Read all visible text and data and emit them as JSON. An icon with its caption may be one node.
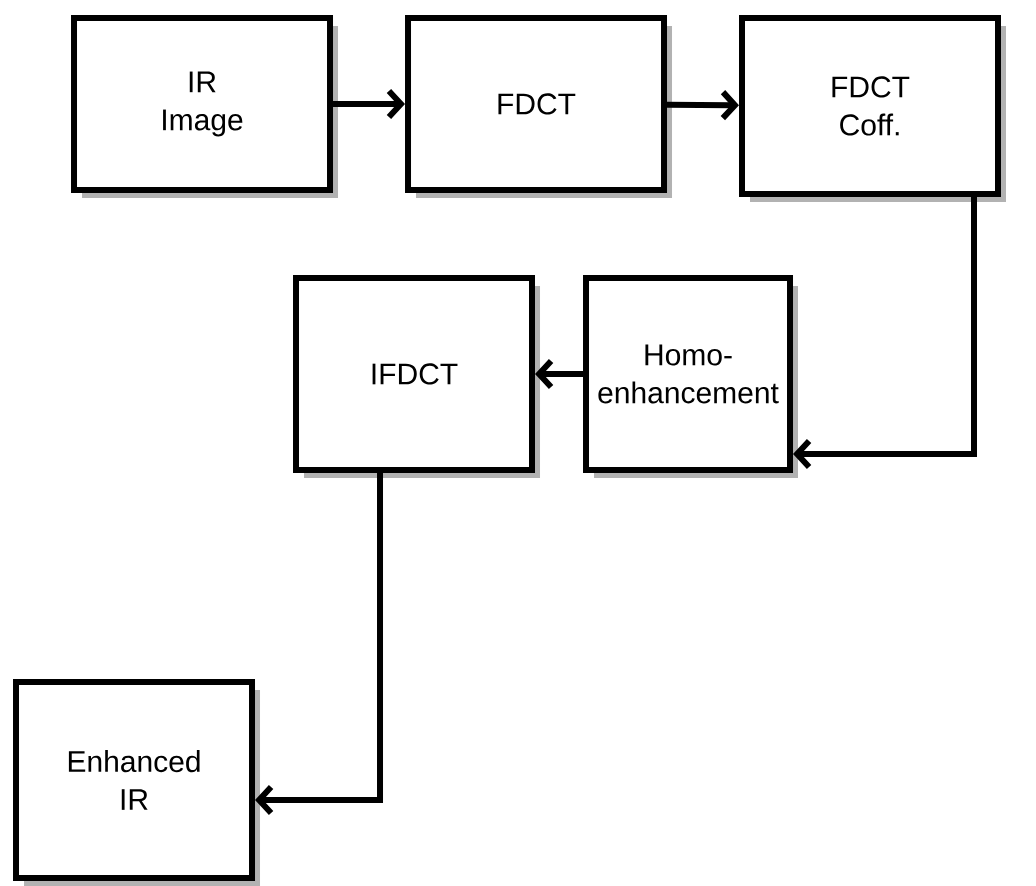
{
  "diagram": {
    "nodes": [
      {
        "text": [
          "IR Image"
        ]
      },
      {
        "text": [
          "FDCT"
        ]
      },
      {
        "text": [
          "FDCT Coff."
        ]
      },
      {
        "text": [
          "Homo-enhancement"
        ]
      },
      {
        "text": [
          "IFDCT"
        ]
      },
      {
        "text": [
          "Enhanced IR"
        ]
      }
    ],
    "edges": [
      {
        "from": 0,
        "to": 1,
        "arrow": "to"
      },
      {
        "from": 1,
        "to": 2,
        "arrow": "to"
      },
      {
        "from": 2,
        "to": 3,
        "arrow": "to"
      },
      {
        "from": 3,
        "to": 4,
        "arrow": "to"
      },
      {
        "from": 4,
        "to": 5,
        "arrow": "to"
      }
    ]
  }
}
